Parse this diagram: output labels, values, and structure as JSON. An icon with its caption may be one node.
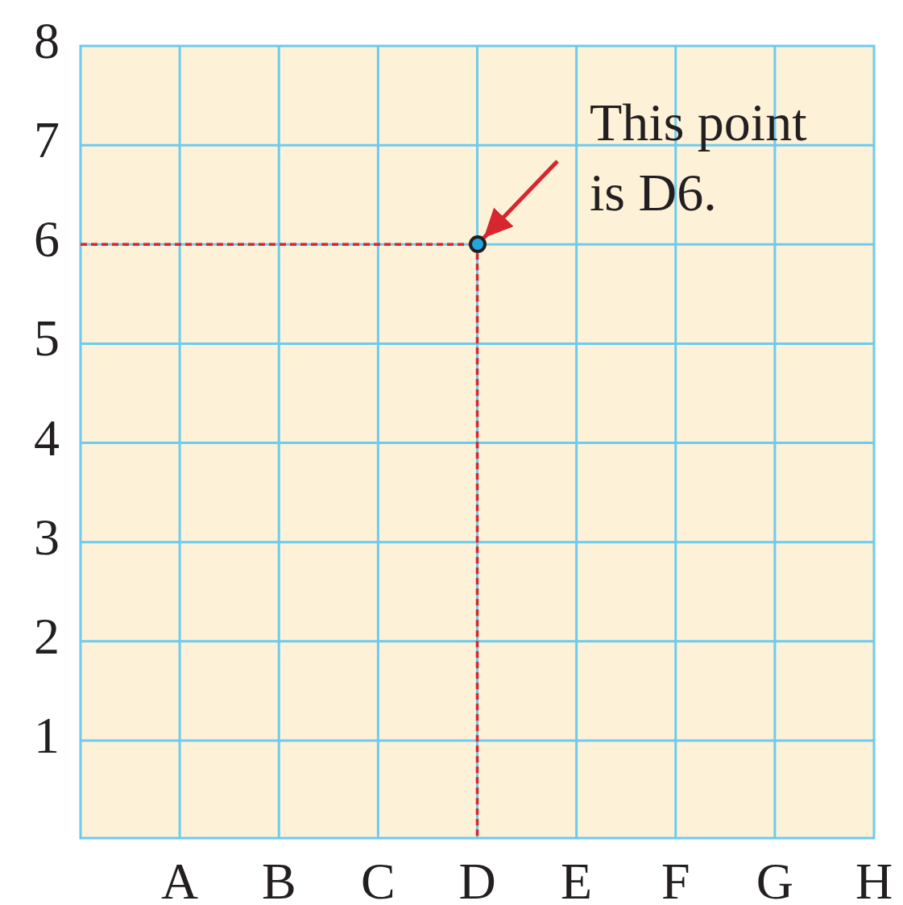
{
  "diagram": {
    "nodes": [
      {
        "text": [
          "This point is D6."
        ]
      },
      {
        "text": [],
        "shape": "circle"
      }
    ],
    "edges": [
      {
        "from": 0,
        "to": 1,
        "arrow": "to",
        "color": "#d7262e"
      }
    ],
    "labels": [
      "8",
      "7",
      "6",
      "5",
      "4",
      "3",
      "2",
      "1",
      "A",
      "B",
      "C",
      "D",
      "E",
      "F",
      "G",
      "H"
    ]
  }
}
